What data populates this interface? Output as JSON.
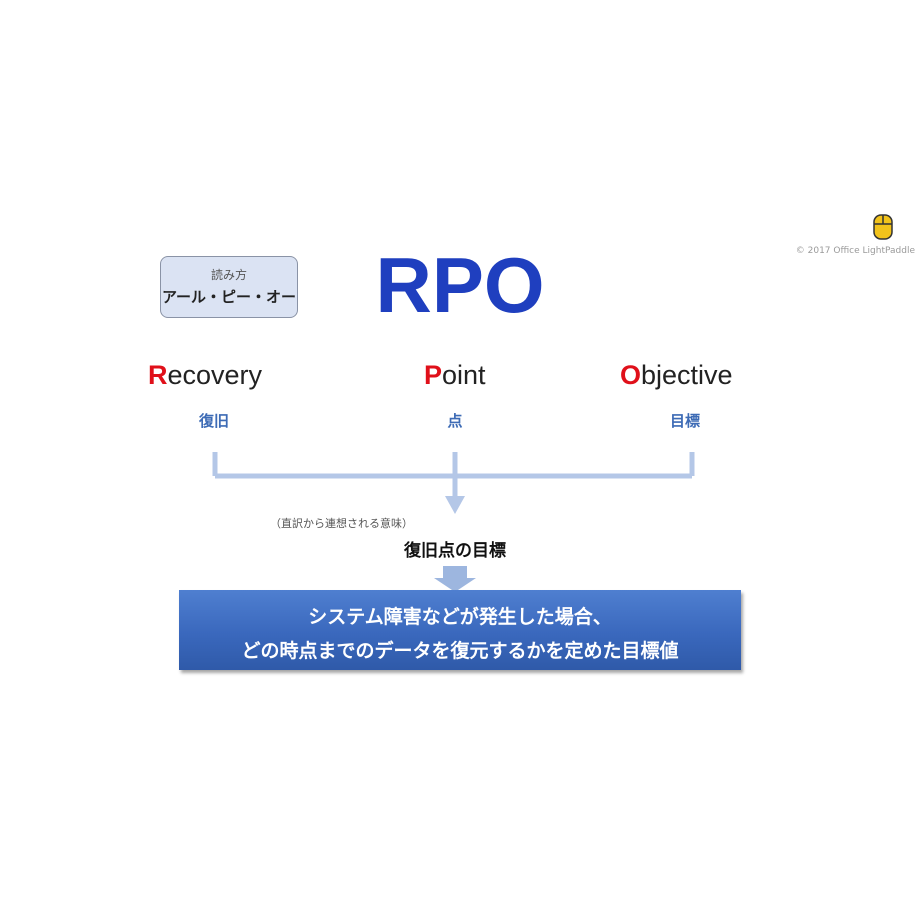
{
  "copyright": "© 2017 Office LightPaddle",
  "reading": {
    "caption": "読み方",
    "text": "アール・ピー・オー"
  },
  "title": "RPO",
  "terms": [
    {
      "initial": "R",
      "rest": "ecovery",
      "meaning": "復旧"
    },
    {
      "initial": "P",
      "rest": "oint",
      "meaning": "点"
    },
    {
      "initial": "O",
      "rest": "bjective",
      "meaning": "目標"
    }
  ],
  "literal_note": "（直訳から連想される意味）",
  "combined_meaning": "復旧点の目標",
  "definition": {
    "line1": "システム障害などが発生した場合、",
    "line2": "どの時点までのデータを復元するかを定めた目標値"
  },
  "colors": {
    "title": "#1f3fbf",
    "initial": "#e0101a",
    "meaning": "#3d6bb5",
    "definition_bg": "#3a68bd",
    "connector": "#b4c7e7"
  },
  "icons": {
    "logo": "mouse-icon"
  }
}
